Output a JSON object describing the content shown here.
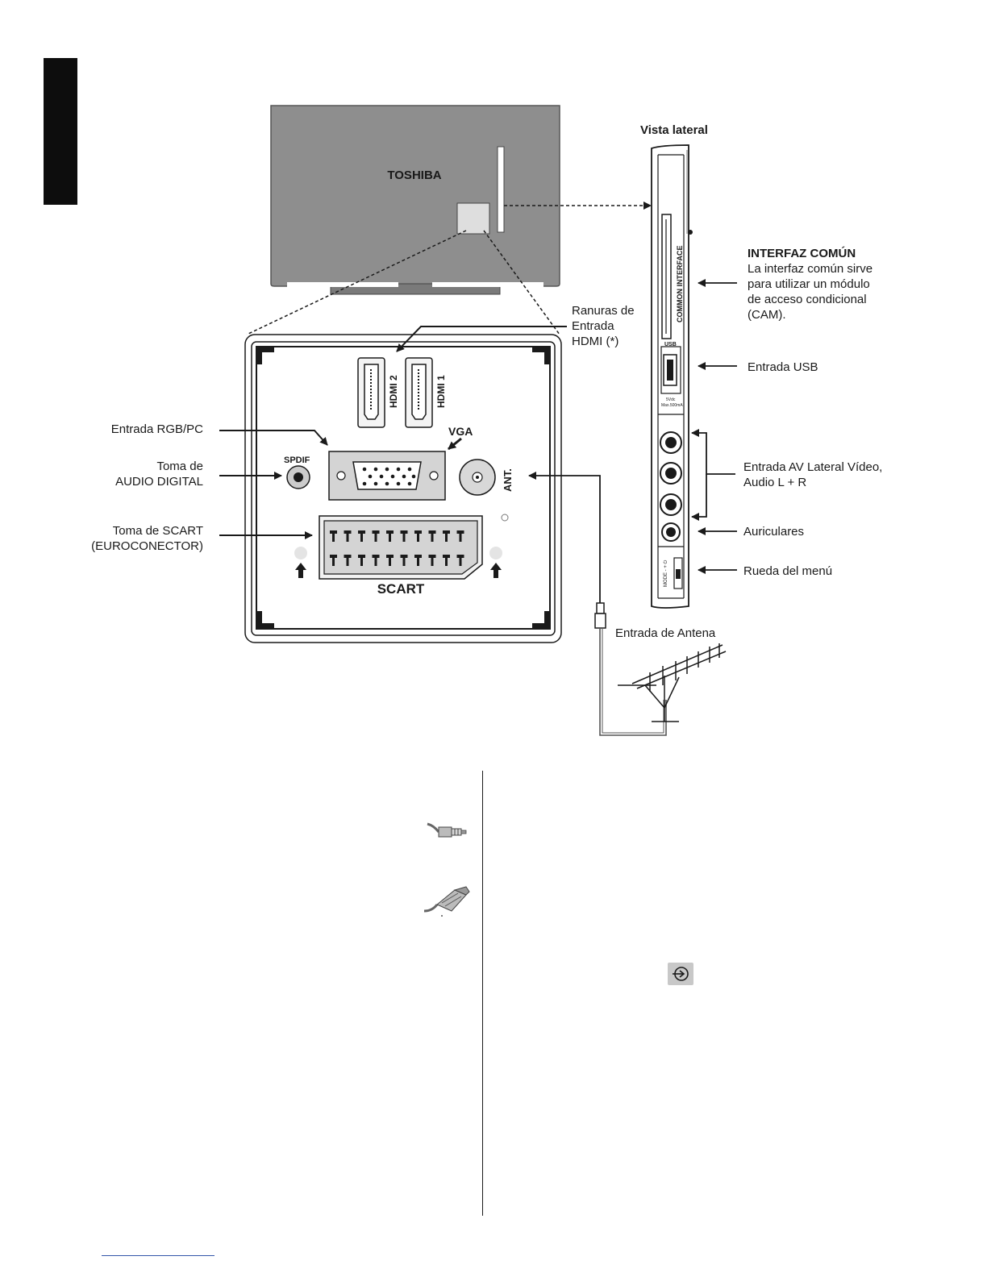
{
  "tv": {
    "brand": "TOSHIBA"
  },
  "side_view": {
    "title": "Vista lateral"
  },
  "labels": {
    "hdmi_slots": [
      "Ranuras de",
      "Entrada",
      "HDMI (*)"
    ],
    "rgb_pc": "Entrada RGB/PC",
    "digital_audio": [
      "Toma de",
      "AUDIO DIGITAL"
    ],
    "scart_socket": [
      "Toma de SCART",
      "(EUROCONECTOR)"
    ],
    "common_interface_title": "INTERFAZ COMÚN",
    "common_interface_desc": [
      "La interfaz común sirve",
      "para utilizar un módulo",
      "de acceso condicional",
      "(CAM)."
    ],
    "usb_input": "Entrada USB",
    "av_side_input": [
      "Entrada AV Lateral Vídeo,",
      "Audio L + R"
    ],
    "headphones": "Auriculares",
    "menu_wheel": "Rueda del menú",
    "antenna_input": "Entrada de Antena"
  },
  "panel": {
    "hdmi2": "HDMI 2",
    "hdmi1": "HDMI 1",
    "vga": "VGA",
    "spdif": "SPDIF",
    "ant": "ANT.",
    "scart": "SCART",
    "common_interface_slot": "COMMON INTERFACE",
    "usb_tag": "USB",
    "usb_rating": [
      "5Vdc",
      "Max.500mA"
    ],
    "wheel_marks": "MODE - + ⏻"
  },
  "icons": [
    "antenna-plug-icon",
    "scart-plug-icon",
    "input-source-icon"
  ]
}
